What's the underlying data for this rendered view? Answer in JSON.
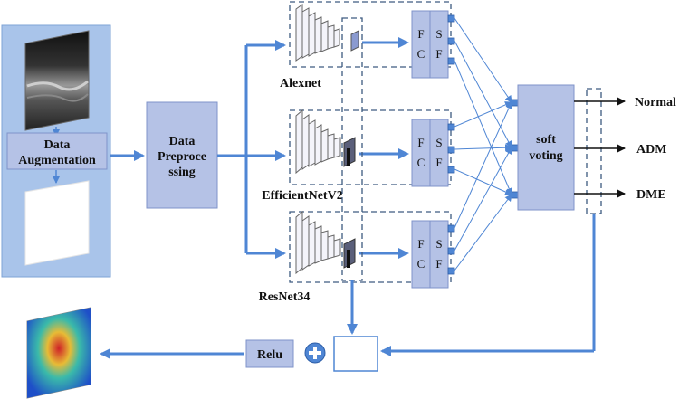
{
  "input_panel": {
    "augmentation_label_line1": "Data",
    "augmentation_label_line2": "Augmentation"
  },
  "preprocessing": {
    "line1": "Data",
    "line2": "Preproce",
    "line3": "ssing"
  },
  "networks": [
    {
      "name": "Alexnet"
    },
    {
      "name": "EfficientNetV2"
    },
    {
      "name": "ResNet34"
    }
  ],
  "head": {
    "fc_top": "F",
    "fc_bottom": "C",
    "sf_top": "S",
    "sf_bottom": "F"
  },
  "voting": {
    "line1": "soft",
    "line2": "voting"
  },
  "outputs": [
    "Normal",
    "ADM",
    "DME"
  ],
  "relu_label": "Relu",
  "colors": {
    "panel_blue": "#a9c4ea",
    "box_blue": "#b5c2e6",
    "arrow_blue": "#5b8fd6",
    "dashed": "#3d5a80"
  }
}
